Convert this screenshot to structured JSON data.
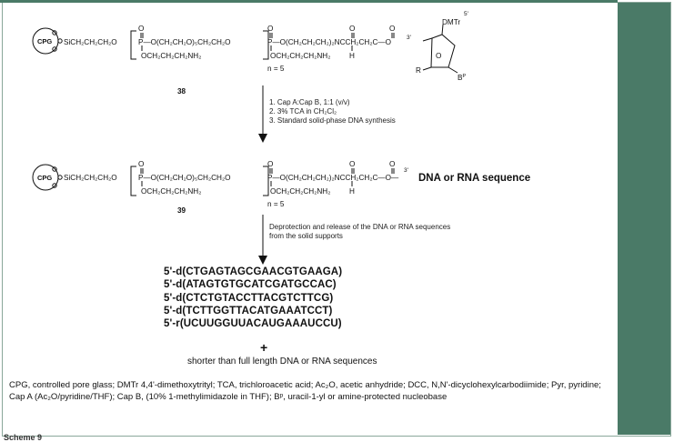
{
  "compound_38_label": "38",
  "compound_39_label": "39",
  "n_label": "n = 5",
  "cpg_label": "CPG",
  "dmtr_label": "DMTr",
  "five_prime": "5'",
  "three_prime": "3'",
  "r_label": "R",
  "base_label": "B",
  "base_sup": "P",
  "dna_rna_label": "DNA or RNA sequence",
  "reagents_step1": [
    "1. Cap A:Cap B, 1:1 (v/v)",
    "2. 3% TCA in CH₂Cl₂",
    "3. Standard solid-phase DNA synthesis"
  ],
  "reagents_step2": [
    "Deprotection and release of the DNA or RNA sequences",
    "from the solid supports"
  ],
  "sequences": [
    "5'-d(CTGAGTAGCGAACGTGAAGA)",
    "5'-d(ATAGTGTGCATCGATGCCAC)",
    "5'-d(CTCTGTACCTTACGTCTTCG)",
    "5'-d(TCTTGGTTACATGAAATCCT)",
    "5'-r(UCUUGGUUACAUGAAAUCCU)"
  ],
  "plus": "+",
  "shorter_text": "shorter than full length DNA or RNA sequences",
  "caption": "CPG, controlled pore glass; DMTr 4,4'-dimethoxytrityl; TCA, trichloroacetic acid; Ac₂O, acetic anhydride; DCC, N,N'-dicyclohexylcarbodiimide; Pyr, pyridine; Cap A (Ac₂O/pyridine/THF); Cap B, (10% 1-methylimidazole in THF); Bᵖ, uracil-1-yl or amine-protected nucleobase",
  "footer": "Scheme 9",
  "frame_color": "#4a7a67"
}
